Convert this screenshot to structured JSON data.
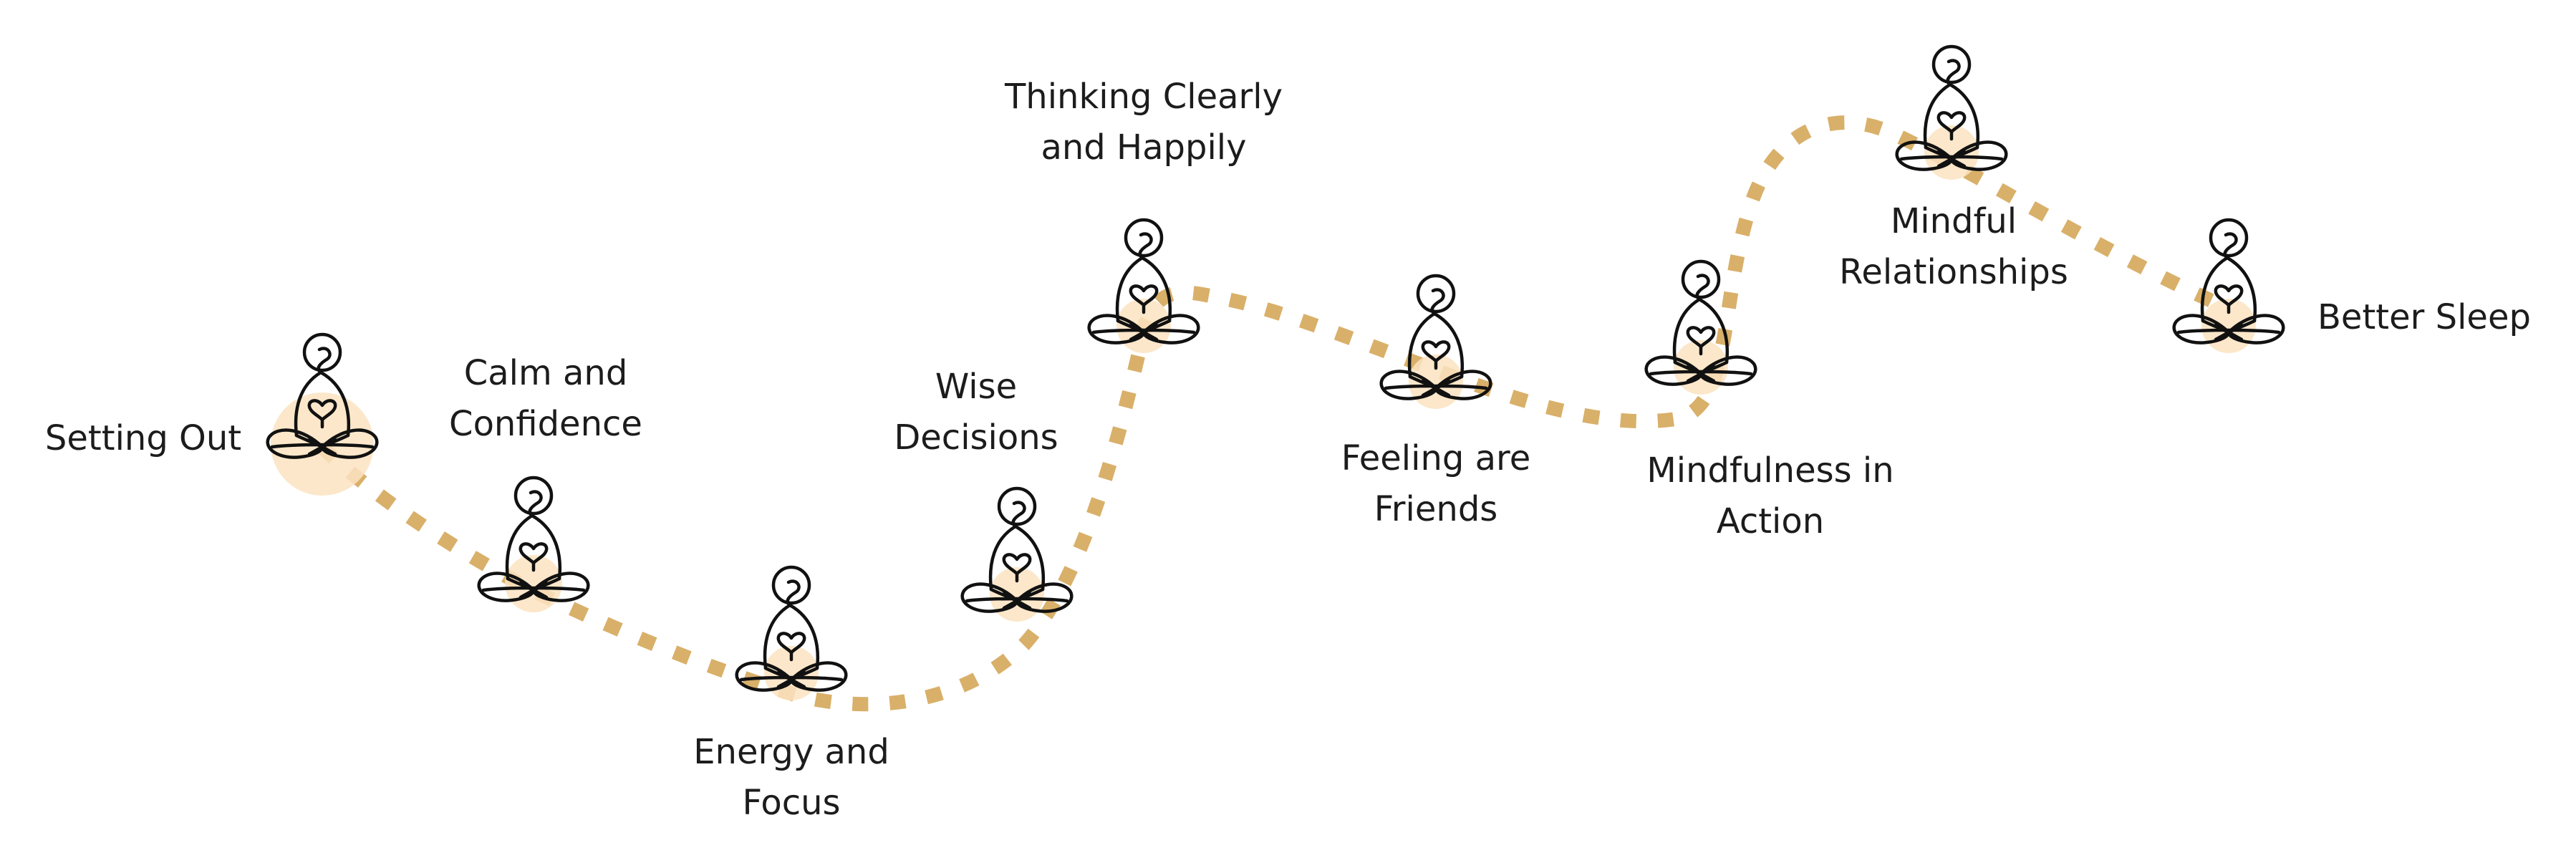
{
  "colors": {
    "path": "#d9b06a",
    "glow": "#fbe3c1",
    "figure": "#111111",
    "text": "#1c1c1c"
  },
  "figure_icon": "meditating-figure-with-heart-icon",
  "steps": [
    {
      "label_lines": [
        "Setting Out"
      ]
    },
    {
      "label_lines": [
        "Calm and",
        "Confidence"
      ]
    },
    {
      "label_lines": [
        "Energy and",
        "Focus"
      ]
    },
    {
      "label_lines": [
        "Wise",
        "Decisions"
      ]
    },
    {
      "label_lines": [
        "Thinking Clearly",
        "and Happily"
      ]
    },
    {
      "label_lines": [
        "Feeling are",
        "Friends"
      ]
    },
    {
      "label_lines": [
        "Mindfulness in",
        "Action"
      ]
    },
    {
      "label_lines": [
        "Mindful",
        "Relationships"
      ]
    },
    {
      "label_lines": [
        "Better Sleep"
      ]
    }
  ]
}
